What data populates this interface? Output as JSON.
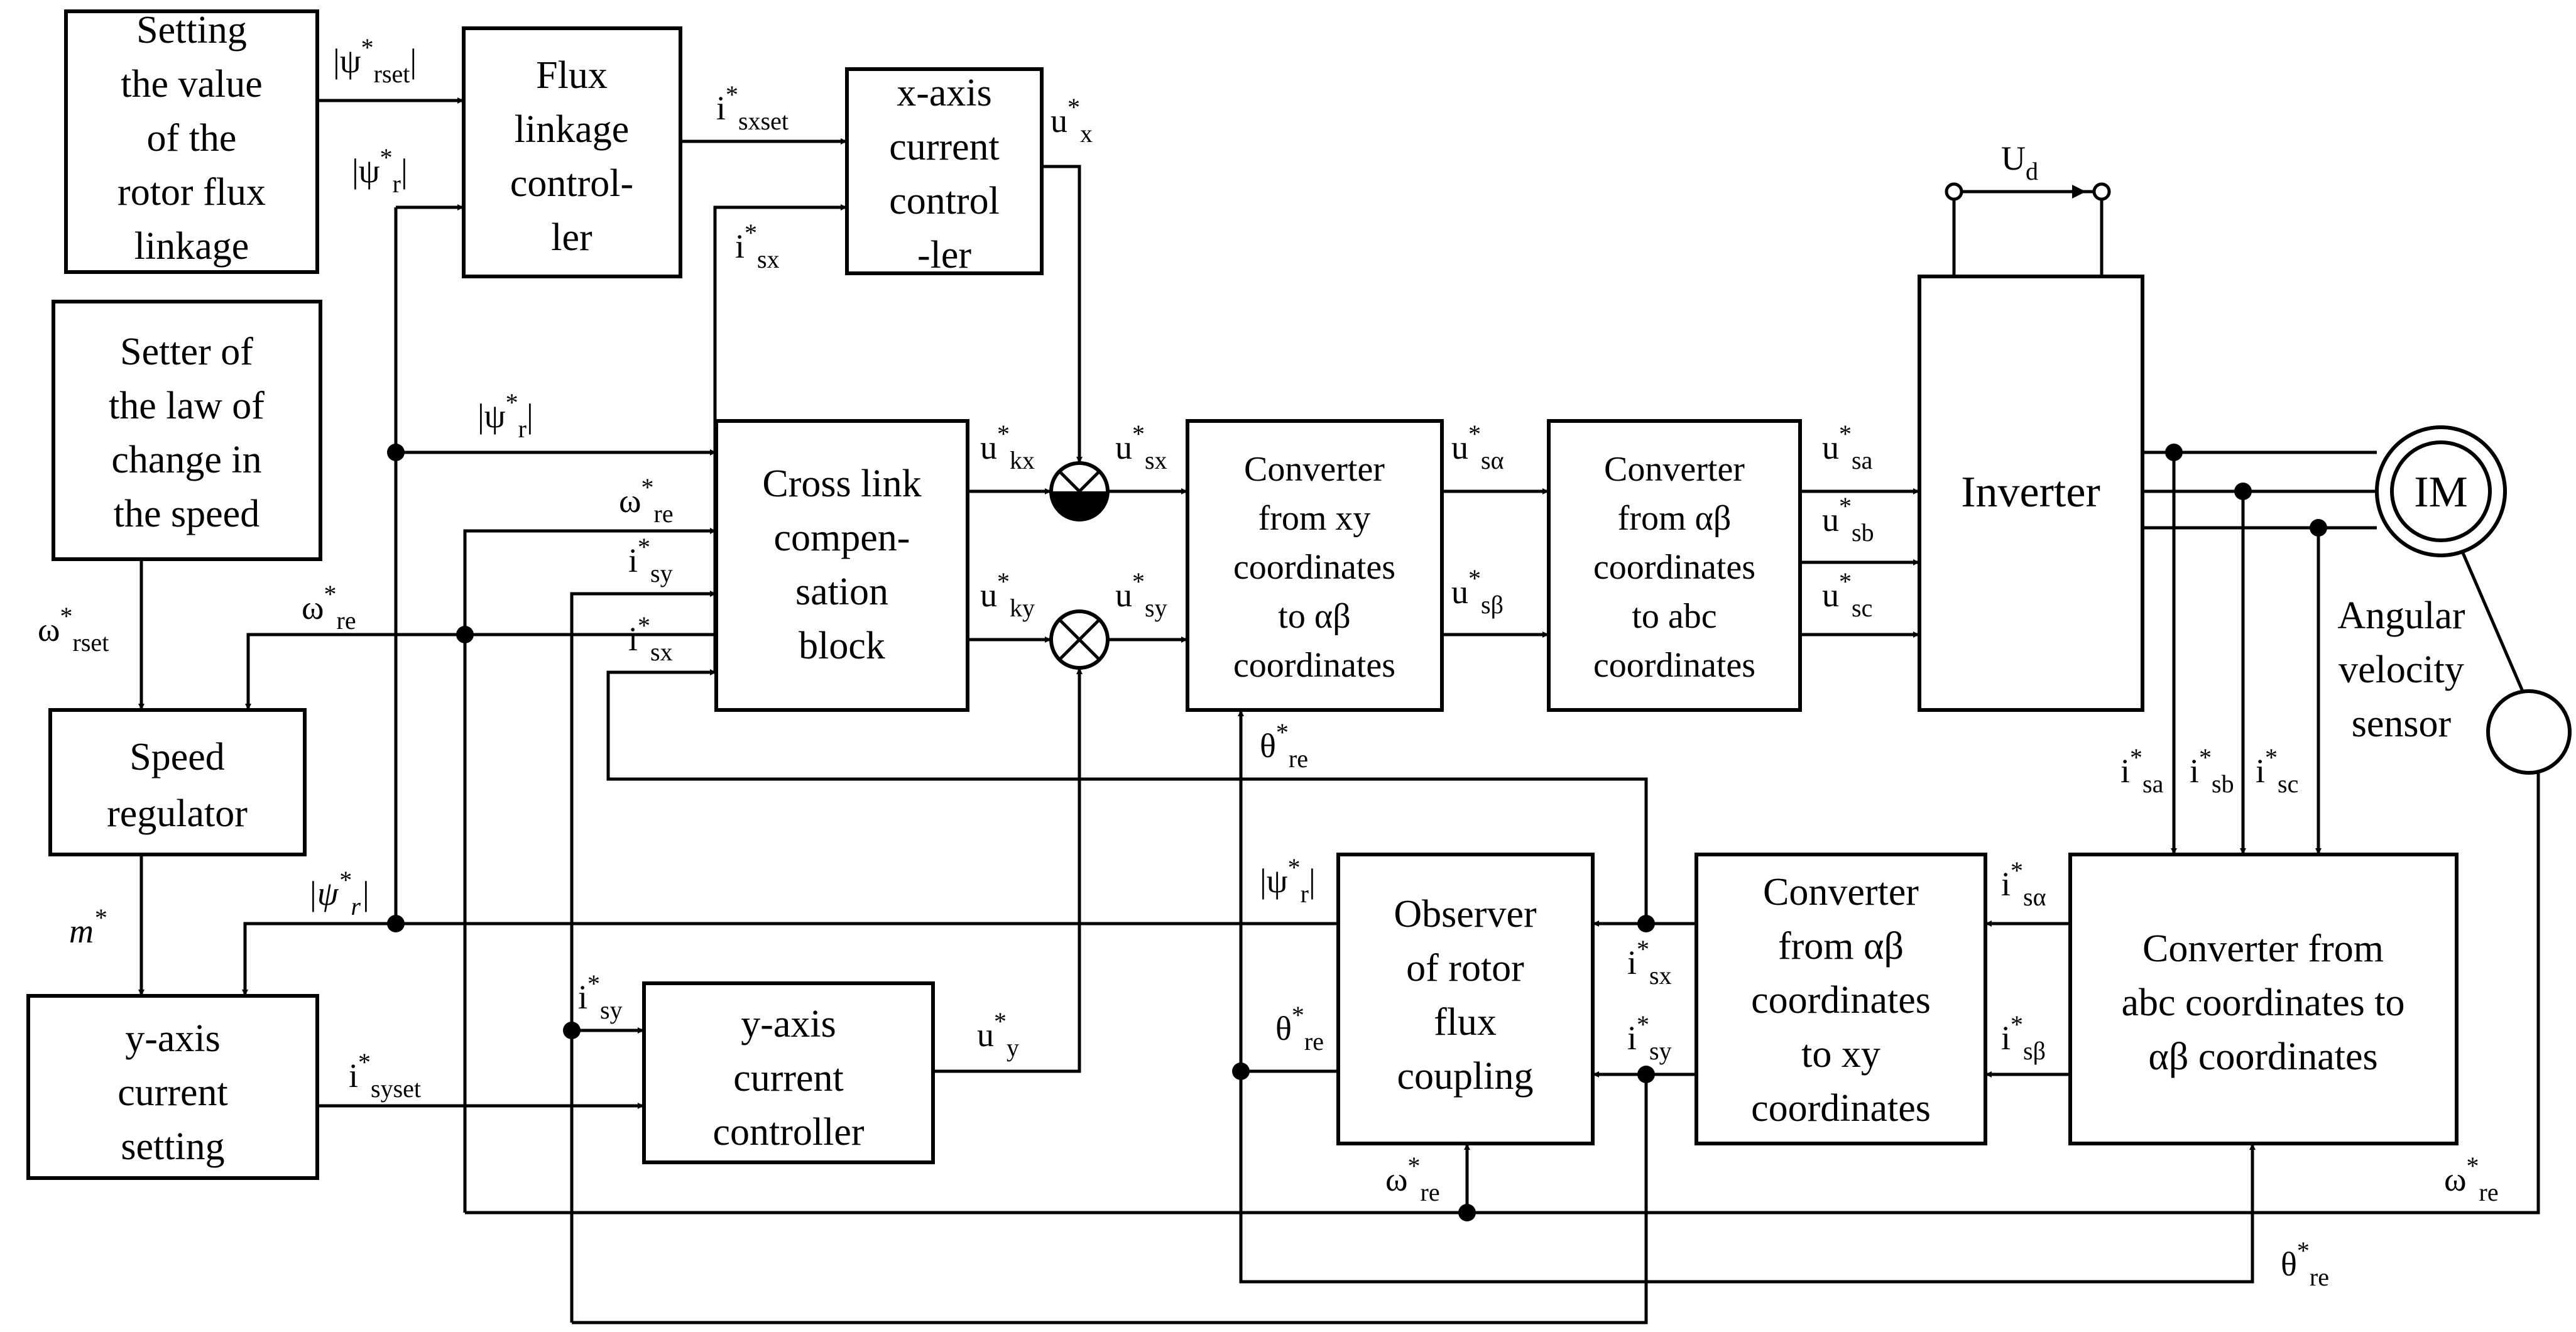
{
  "blocks": {
    "flux_setting": {
      "lines": [
        "Setting",
        "the value",
        "of the",
        "rotor flux",
        "linkage"
      ]
    },
    "flux_controller": {
      "lines": [
        "Flux",
        "linkage",
        "control-",
        "ler"
      ]
    },
    "x_current_controller": {
      "lines": [
        "x-axis",
        "current",
        "control",
        "-ler"
      ]
    },
    "speed_law_setter": {
      "lines": [
        "Setter of",
        "the law of",
        "change in",
        "the speed"
      ]
    },
    "speed_regulator": {
      "lines": [
        "Speed",
        "regulator"
      ]
    },
    "y_current_setting": {
      "lines": [
        "y-axis",
        "current",
        "setting"
      ]
    },
    "y_current_controller": {
      "lines": [
        "y-axis",
        "current",
        "controller"
      ]
    },
    "cross_link": {
      "lines": [
        "Cross link",
        "compen-",
        "sation",
        "block"
      ]
    },
    "xy_to_ab": {
      "lines": [
        "Converter",
        "from xy",
        "coordinates",
        "to αβ",
        "coordinates"
      ]
    },
    "ab_to_abc": {
      "lines": [
        "Converter",
        "from αβ",
        "coordinates",
        "to abc",
        "coordinates"
      ]
    },
    "inverter": {
      "lines": [
        "Inverter"
      ]
    },
    "motor": {
      "lines": [
        "IM"
      ]
    },
    "speed_sensor": {
      "lines": [
        "Angular",
        "velocity",
        "sensor"
      ]
    },
    "observer": {
      "lines": [
        "Observer",
        "of rotor",
        "flux",
        "coupling"
      ]
    },
    "ab_to_xy": {
      "lines": [
        "Converter",
        "from αβ",
        "coordinates",
        "to xy",
        "coordinates"
      ]
    },
    "abc_to_ab": {
      "lines": [
        "Converter from",
        "abc coordinates to",
        "αβ coordinates"
      ]
    }
  },
  "signals": {
    "psi_rset": {
      "main": "|ψ",
      "sup": "*",
      "sub": "rset",
      "tail": "|"
    },
    "psi_r_top": {
      "main": "|ψ",
      "sup": "*",
      "sub": "r",
      "tail": "|"
    },
    "i_sxset": {
      "main": "i",
      "sup": "*",
      "sub": "sxset"
    },
    "i_sx_top": {
      "main": "i",
      "sup": "*",
      "sub": "sx"
    },
    "u_x": {
      "main": "u",
      "sup": "*",
      "sub": "x"
    },
    "psi_r_mid": {
      "main": "|ψ",
      "sup": "*",
      "sub": "r",
      "tail": "|"
    },
    "w_re_cl": {
      "main": "ω",
      "sup": "*",
      "sub": "re"
    },
    "i_sy_cl": {
      "main": "i",
      "sup": "*",
      "sub": "sy"
    },
    "i_sx_cl": {
      "main": "i",
      "sup": "*",
      "sub": "sx"
    },
    "u_kx": {
      "main": "u",
      "sup": "*",
      "sub": "kx"
    },
    "u_ky": {
      "main": "u",
      "sup": "*",
      "sub": "ky"
    },
    "u_sx": {
      "main": "u",
      "sup": "*",
      "sub": "sx"
    },
    "u_sy": {
      "main": "u",
      "sup": "*",
      "sub": "sy"
    },
    "u_s_alpha": {
      "main": "u",
      "sup": "*",
      "sub": "sα"
    },
    "u_s_beta": {
      "main": "u",
      "sup": "*",
      "sub": "sβ"
    },
    "u_sa": {
      "main": "u",
      "sup": "*",
      "sub": "sa"
    },
    "u_sb": {
      "main": "u",
      "sup": "*",
      "sub": "sb"
    },
    "u_sc": {
      "main": "u",
      "sup": "*",
      "sub": "sc"
    },
    "u_d": {
      "main": "U",
      "sub": "d"
    },
    "w_rset": {
      "main": "ω",
      "sup": "*",
      "sub": "rset"
    },
    "w_re_sr": {
      "main": "ω",
      "sup": "*",
      "sub": "re"
    },
    "theta_re_conv": {
      "main": "θ",
      "sup": "*",
      "sub": "re"
    },
    "psi_r_italic": {
      "main": "|ψ",
      "sup": "*",
      "sub": "r",
      "tail": "|"
    },
    "m_star": {
      "main": "m",
      "sup": "*"
    },
    "i_syset": {
      "main": "i",
      "sup": "*",
      "sub": "syset"
    },
    "i_sy_yc": {
      "main": "i",
      "sup": "*",
      "sub": "sy"
    },
    "u_y": {
      "main": "u",
      "sup": "*",
      "sub": "y"
    },
    "psi_r_obs": {
      "main": "|ψ",
      "sup": "*",
      "sub": "r",
      "tail": "|"
    },
    "theta_re_obs": {
      "main": "θ",
      "sup": "*",
      "sub": "re"
    },
    "w_re_obs": {
      "main": "ω",
      "sup": "*",
      "sub": "re"
    },
    "i_sx_obs": {
      "main": "i",
      "sup": "*",
      "sub": "sx"
    },
    "i_sy_obs": {
      "main": "i",
      "sup": "*",
      "sub": "sy"
    },
    "i_s_alpha": {
      "main": "i",
      "sup": "*",
      "sub": "sα"
    },
    "i_s_beta": {
      "main": "i",
      "sup": "*",
      "sub": "sβ"
    },
    "i_sa": {
      "main": "i",
      "sup": "*",
      "sub": "sa"
    },
    "i_sb": {
      "main": "i",
      "sup": "*",
      "sub": "sb"
    },
    "i_sc": {
      "main": "i",
      "sup": "*",
      "sub": "sc"
    },
    "w_re_sensor": {
      "main": "ω",
      "sup": "*",
      "sub": "re"
    },
    "theta_re_bottom": {
      "main": "θ",
      "sup": "*",
      "sub": "re"
    }
  }
}
